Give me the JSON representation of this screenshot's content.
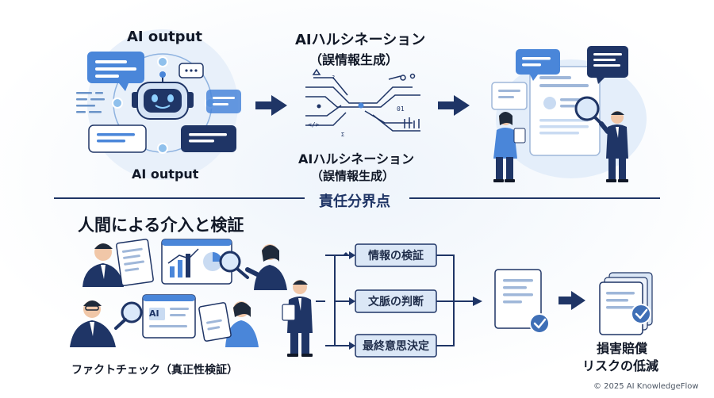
{
  "top": {
    "ai_output_title": "AI output",
    "ai_output_caption": "AI output",
    "hallucination_title": "AIハルシネーション",
    "hallucination_title_sub": "（誤情報生成）",
    "hallucination_caption": "AIハルシネーション",
    "hallucination_caption_sub": "（誤情報生成）"
  },
  "divider": {
    "label": "責任分界点"
  },
  "bottom": {
    "section_title": "人間による介入と検証",
    "fact_check_caption": "ファクトチェック（真正性検証）",
    "screen_badge": "AI",
    "steps": [
      {
        "label": "情報の検証"
      },
      {
        "label": "文脈の判断"
      },
      {
        "label": "最終意思決定"
      }
    ],
    "outcome_line1": "損害賠償",
    "outcome_line2": "リスクの低減"
  },
  "footer": {
    "copyright": "© 2025 AI KnowledgeFlow"
  },
  "colors": {
    "navy": "#1f3566",
    "blue": "#3f6fb6",
    "light_blue": "#dbe7f6",
    "accent": "#4a86d9"
  },
  "icons": [
    "robot-icon",
    "chat-bubble-icon",
    "arrow-right-icon",
    "magnifier-icon",
    "document-icon",
    "checkmark-icon",
    "person-icon",
    "chart-icon"
  ]
}
